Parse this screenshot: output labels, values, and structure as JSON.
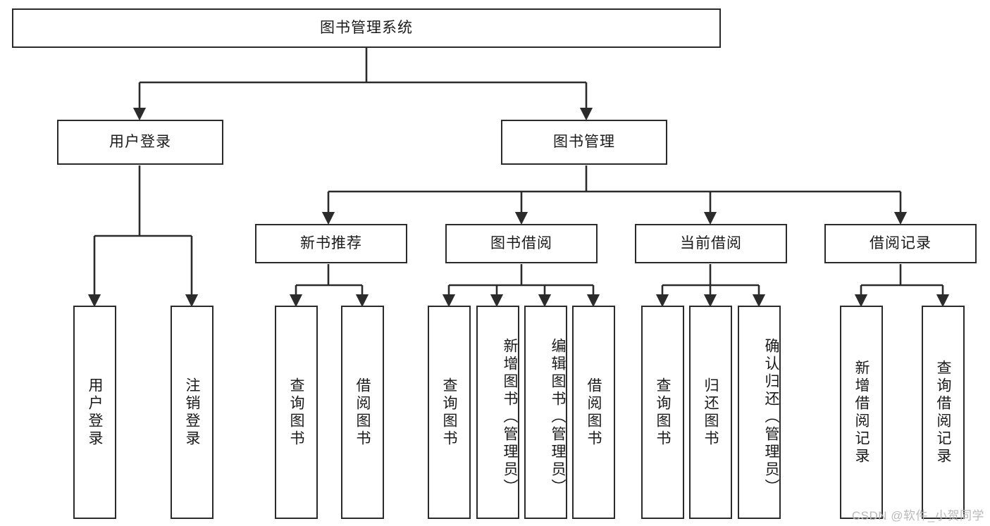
{
  "diagram": {
    "type": "hierarchy-tree",
    "title": "图书管理系统",
    "watermark": "CSDN @软件_小贺同学",
    "colors": {
      "box_border": "#2b2b2b",
      "box_fill": "#ffffff",
      "connector": "#2b2b2b",
      "watermark": "#b9b9b9"
    },
    "levels": {
      "root": "图书管理系统",
      "level2": [
        "用户登录",
        "图书管理"
      ],
      "level3": [
        "新书推荐",
        "图书借阅",
        "当前借阅",
        "借阅记录"
      ],
      "level4": [
        "用户登录",
        "注销登录",
        "查询图书",
        "借阅图书",
        "查询图书",
        "新增图书（管理员）",
        "编辑图书（管理员）",
        "借阅图书",
        "查询图书",
        "归还图书",
        "确认归还（管理员）",
        "新增借阅记录",
        "查询借阅记录"
      ]
    },
    "nodes": {
      "root": {
        "label": "图书管理系统"
      },
      "user_login": {
        "label": "用户登录"
      },
      "book_manage": {
        "label": "图书管理"
      },
      "new_book_rec": {
        "label": "新书推荐"
      },
      "book_borrow": {
        "label": "图书借阅"
      },
      "current_borrow": {
        "label": "当前借阅"
      },
      "borrow_record": {
        "label": "借阅记录"
      },
      "leaf_user_login": {
        "label": "用户登录"
      },
      "leaf_logout": {
        "label": "注销登录"
      },
      "leaf_query_book_1": {
        "label": "查询图书"
      },
      "leaf_borrow_book_1": {
        "label": "借阅图书"
      },
      "leaf_query_book_2": {
        "label": "查询图书"
      },
      "leaf_add_book": {
        "label": "新增图书（管理员）"
      },
      "leaf_edit_book": {
        "label": "编辑图书（管理员）"
      },
      "leaf_borrow_book_2": {
        "label": "借阅图书"
      },
      "leaf_query_book_3": {
        "label": "查询图书"
      },
      "leaf_return_book": {
        "label": "归还图书"
      },
      "leaf_confirm_return": {
        "label": "确认归还（管理员）"
      },
      "leaf_add_record": {
        "label": "新增借阅记录"
      },
      "leaf_query_record": {
        "label": "查询借阅记录"
      }
    }
  }
}
